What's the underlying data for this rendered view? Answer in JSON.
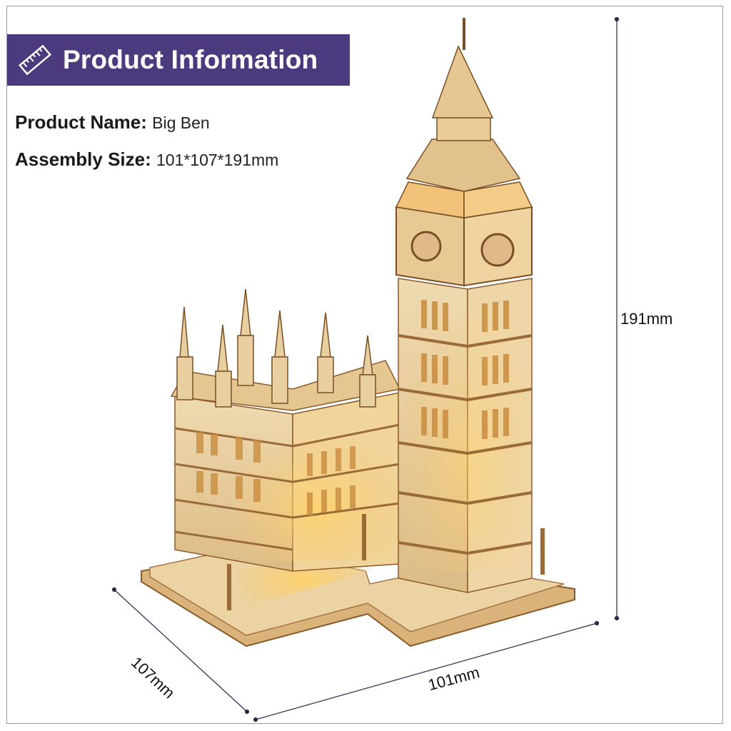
{
  "header": {
    "title": "Product Information",
    "icon": "ruler-icon",
    "background_color": "#4b3a7e"
  },
  "info": {
    "name_label": "Product Name:",
    "name_value": "Big Ben",
    "size_label": "Assembly Size:",
    "size_value": "101*107*191mm"
  },
  "dimensions": {
    "height": "191mm",
    "depth": "107mm",
    "width": "101mm"
  },
  "product_image": {
    "subject": "wooden-big-ben-model",
    "wood_color": "#e8cfa0",
    "glow_color": "#f7b23b"
  }
}
